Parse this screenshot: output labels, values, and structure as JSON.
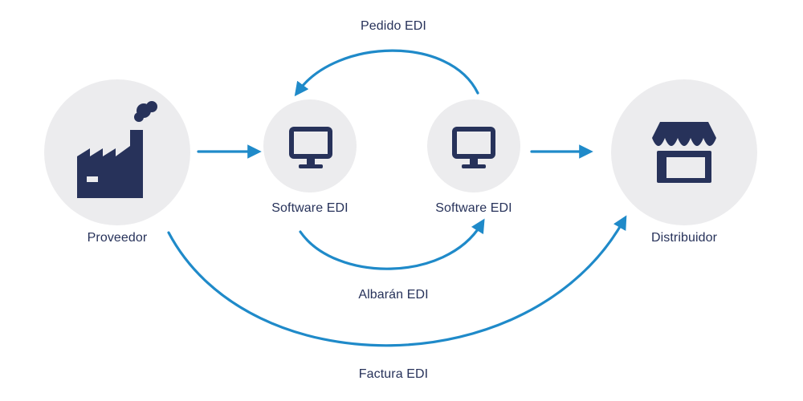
{
  "nodes": {
    "supplier": {
      "label": "Proveedor",
      "icon": "factory-icon"
    },
    "edi_left": {
      "label": "Software EDI",
      "icon": "monitor-icon"
    },
    "edi_right": {
      "label": "Software EDI",
      "icon": "monitor-icon"
    },
    "distributor": {
      "label": "Distribuidor",
      "icon": "storefront-icon"
    }
  },
  "flows": {
    "order": "Pedido EDI",
    "delivery_note": "Albarán EDI",
    "invoice": "Factura EDI"
  },
  "colors": {
    "circle_fill": "#ececee",
    "icon_color": "#27325a",
    "arrow_color": "#1f8ac9",
    "text_color": "#27325a"
  }
}
